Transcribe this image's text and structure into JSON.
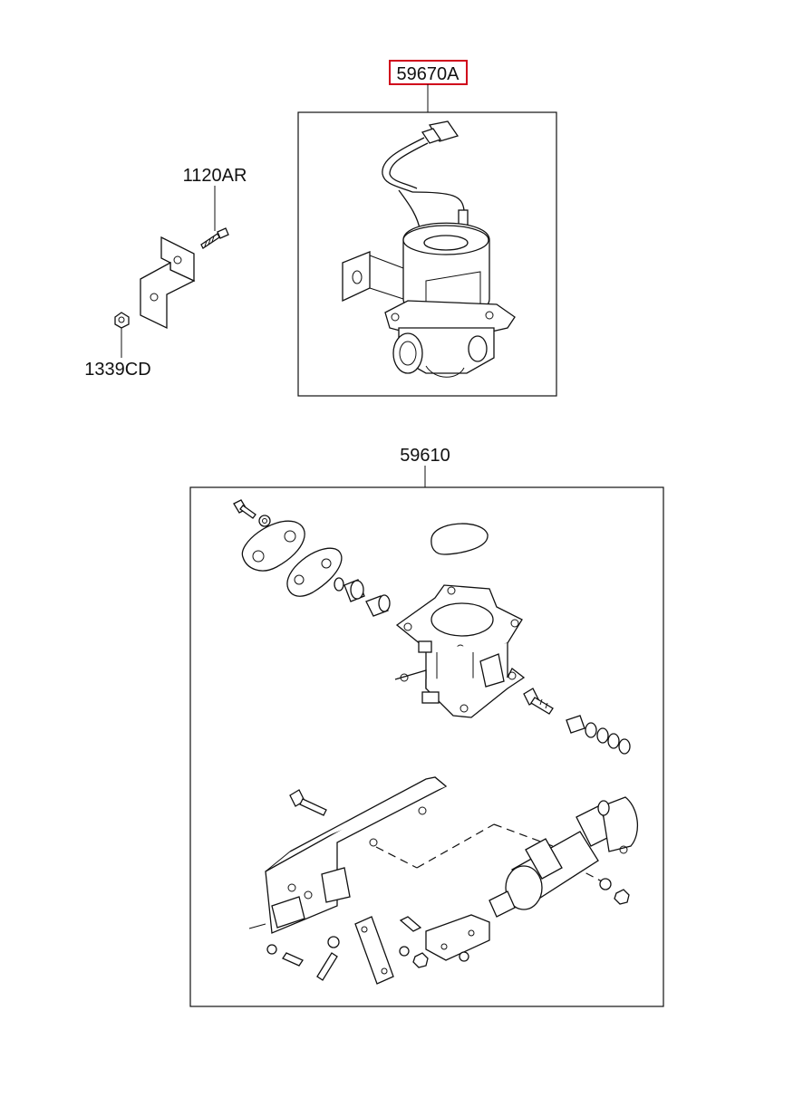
{
  "callouts": {
    "valve_assembly": "59670A",
    "bolt": "1120AR",
    "nut": "1339CD",
    "main_assembly": "59610"
  },
  "highlight_color": "#d0021b",
  "line_color": "#111111"
}
